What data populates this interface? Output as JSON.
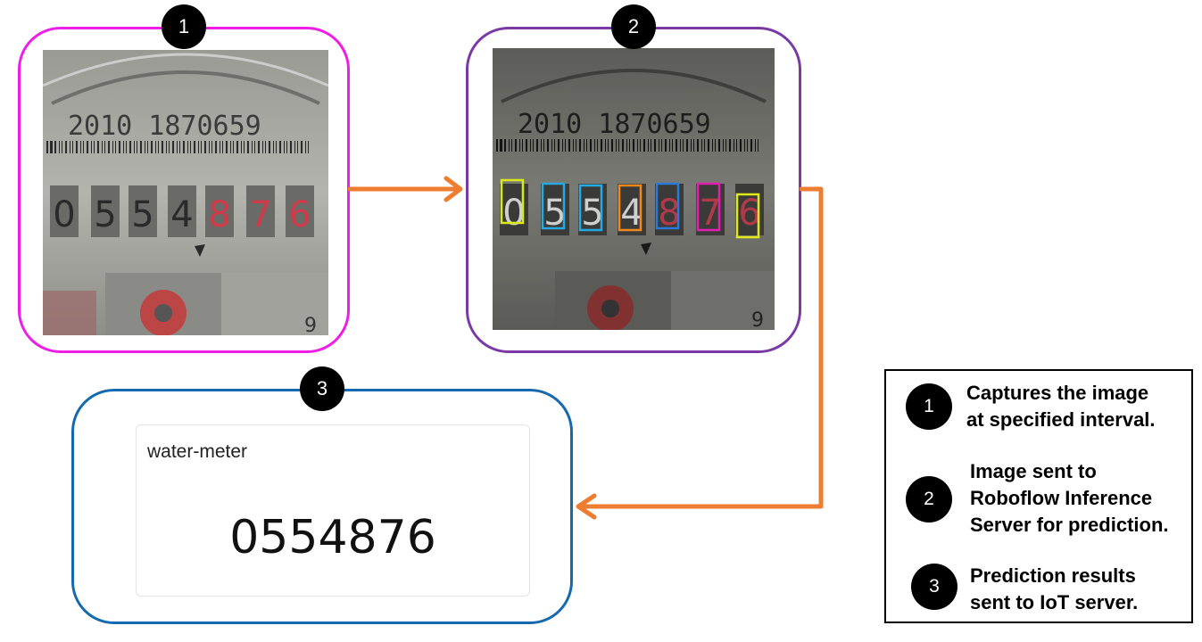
{
  "steps": {
    "step1": {
      "number": "1"
    },
    "step2": {
      "number": "2"
    },
    "step3": {
      "number": "3"
    }
  },
  "meter": {
    "serial": "2010  1870659",
    "digits": [
      "0",
      "5",
      "5",
      "4",
      "8",
      "7",
      "6"
    ],
    "corner_digit": "9"
  },
  "detection_colors": [
    "#d8e81a",
    "#27a8e0",
    "#27a8e0",
    "#f08a1e",
    "#2a78d8",
    "#e21fb0",
    "#e0e81a"
  ],
  "card": {
    "title": "water-meter",
    "value": "0554876"
  },
  "legend": {
    "items": [
      {
        "number": "1",
        "lines": [
          "Captures the image",
          "at specified interval."
        ]
      },
      {
        "number": "2",
        "lines": [
          "Image sent to",
          "Roboflow Inference",
          "Server for prediction."
        ]
      },
      {
        "number": "3",
        "lines": [
          "Prediction results",
          "sent to IoT server."
        ]
      }
    ]
  },
  "colors": {
    "panel1": "#ee1ee6",
    "panel2": "#7a3aa6",
    "panel3": "#1469b0",
    "arrow": "#ed7d31"
  }
}
